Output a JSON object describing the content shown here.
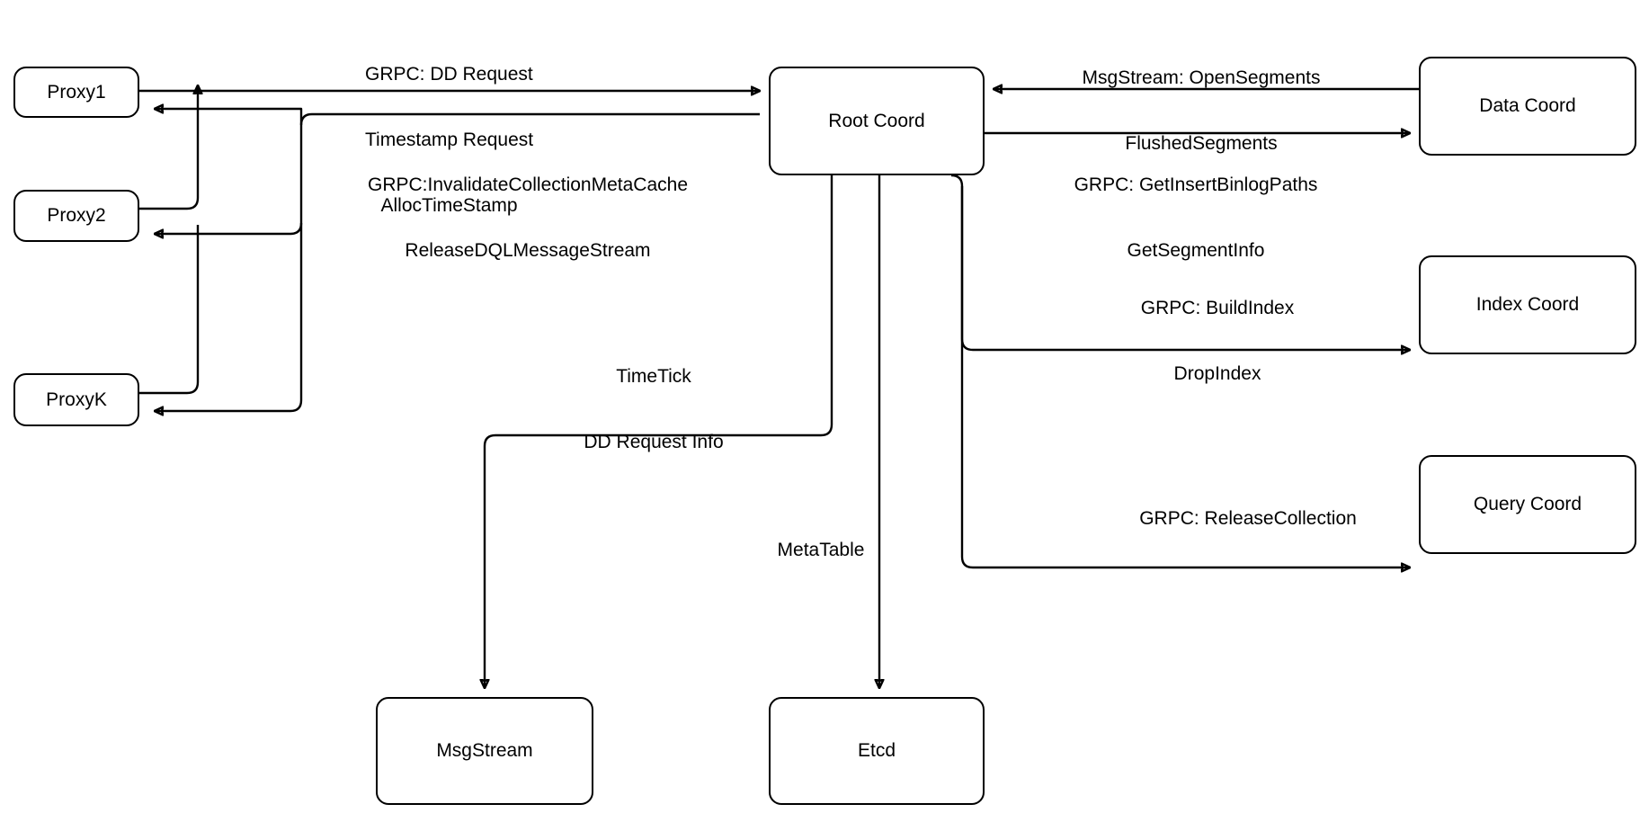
{
  "diagram": {
    "title": "Root Coord Architecture",
    "type": "block-flow-diagram",
    "background_color": "#ffffff",
    "stroke_color": "#000000",
    "text_color": "#000000"
  },
  "nodes": [
    {
      "id": "proxy1",
      "label": "Proxy1"
    },
    {
      "id": "proxy2",
      "label": "Proxy2"
    },
    {
      "id": "proxyk",
      "label": "ProxyK"
    },
    {
      "id": "root_coord",
      "label": "Root Coord"
    },
    {
      "id": "data_coord",
      "label": "Data Coord"
    },
    {
      "id": "index_coord",
      "label": "Index Coord"
    },
    {
      "id": "query_coord",
      "label": "Query Coord"
    },
    {
      "id": "msgstream",
      "label": "MsgStream"
    },
    {
      "id": "etcd",
      "label": "Etcd"
    }
  ],
  "edge_labels": {
    "proxy_to_root": {
      "lines": [
        "GRPC: DD Request",
        "Timestamp Request",
        "AllocTimeStamp"
      ]
    },
    "root_to_proxy": {
      "lines": [
        "GRPC:InvalidateCollectionMetaCache",
        "ReleaseDQLMessageStream"
      ]
    },
    "data_to_root": {
      "lines": [
        "MsgStream: OpenSegments",
        "FlushedSegments"
      ]
    },
    "root_to_data": {
      "lines": [
        "GRPC: GetInsertBinlogPaths",
        "GetSegmentInfo"
      ]
    },
    "root_to_index": {
      "lines": [
        "GRPC: BuildIndex",
        "DropIndex"
      ]
    },
    "root_to_query": {
      "lines": [
        "GRPC: ReleaseCollection"
      ]
    },
    "root_to_msgstream": {
      "lines": [
        "TimeTick",
        "DD Request Info"
      ]
    },
    "root_to_etcd": {
      "lines": [
        "MetaTable"
      ]
    }
  },
  "edges": [
    {
      "from": "proxy1",
      "to": "root_coord",
      "label_key": "proxy_to_root"
    },
    {
      "from": "proxy2",
      "to": "root_coord",
      "label_key": "proxy_to_root"
    },
    {
      "from": "proxyk",
      "to": "root_coord",
      "label_key": "proxy_to_root"
    },
    {
      "from": "root_coord",
      "to": "proxy1",
      "label_key": "root_to_proxy"
    },
    {
      "from": "root_coord",
      "to": "proxy2",
      "label_key": "root_to_proxy"
    },
    {
      "from": "root_coord",
      "to": "proxyk",
      "label_key": "root_to_proxy"
    },
    {
      "from": "data_coord",
      "to": "root_coord",
      "label_key": "data_to_root"
    },
    {
      "from": "root_coord",
      "to": "data_coord",
      "label_key": "root_to_data"
    },
    {
      "from": "root_coord",
      "to": "index_coord",
      "label_key": "root_to_index"
    },
    {
      "from": "root_coord",
      "to": "query_coord",
      "label_key": "root_to_query"
    },
    {
      "from": "root_coord",
      "to": "msgstream",
      "label_key": "root_to_msgstream"
    },
    {
      "from": "root_coord",
      "to": "etcd",
      "label_key": "root_to_etcd"
    }
  ]
}
